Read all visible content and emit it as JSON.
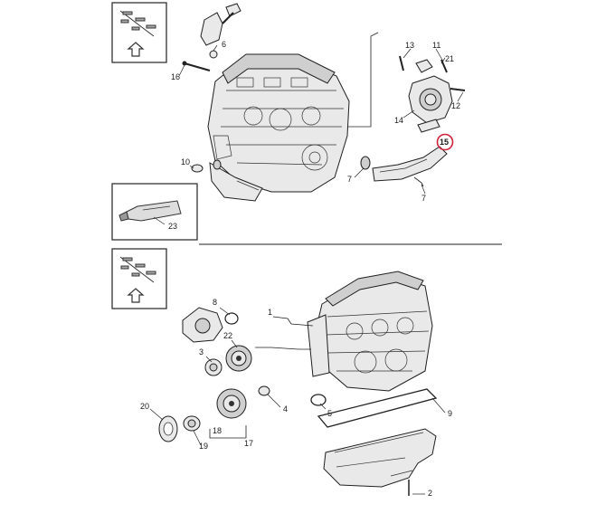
{
  "labels": {
    "top": [
      {
        "id": "6",
        "text": "6"
      },
      {
        "id": "16",
        "text": "16"
      },
      {
        "id": "13",
        "text": "13"
      },
      {
        "id": "11",
        "text": "11"
      },
      {
        "id": "21",
        "text": "21"
      },
      {
        "id": "12",
        "text": "12"
      },
      {
        "id": "14",
        "text": "14"
      },
      {
        "id": "15",
        "text": "15"
      },
      {
        "id": "10",
        "text": "10"
      },
      {
        "id": "7a",
        "text": "7"
      },
      {
        "id": "7b",
        "text": "7"
      },
      {
        "id": "23",
        "text": "23"
      }
    ],
    "bottom": [
      {
        "id": "8",
        "text": "8"
      },
      {
        "id": "1",
        "text": "1"
      },
      {
        "id": "22",
        "text": "22"
      },
      {
        "id": "3",
        "text": "3"
      },
      {
        "id": "4",
        "text": "4"
      },
      {
        "id": "5",
        "text": "5"
      },
      {
        "id": "9",
        "text": "9"
      },
      {
        "id": "20",
        "text": "20"
      },
      {
        "id": "18",
        "text": "18"
      },
      {
        "id": "19",
        "text": "19"
      },
      {
        "id": "17",
        "text": "17"
      },
      {
        "id": "2",
        "text": "2"
      }
    ]
  },
  "highlight": {
    "label": "15",
    "color": "#d0223a"
  },
  "colors": {
    "line": "#222222",
    "part_fill": "#e9e9e9",
    "background": "#ffffff"
  },
  "icons": [
    "orientation-arrow-icon",
    "sealant-tube-icon",
    "orientation-arrow-icon"
  ]
}
